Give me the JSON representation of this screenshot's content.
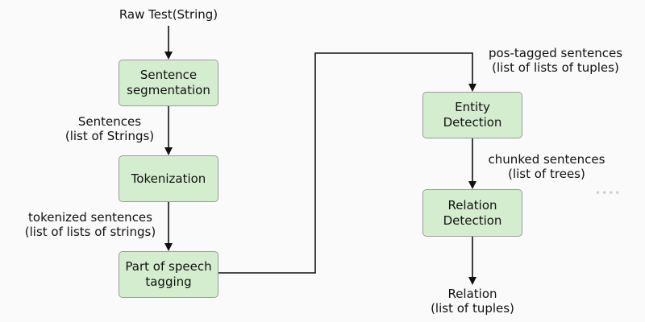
{
  "diagram": {
    "input_label": "Raw Test(String)",
    "nodes": {
      "sentence_segmentation": [
        "Sentence",
        "segmentation"
      ],
      "tokenization": [
        "Tokenization"
      ],
      "pos_tagging": [
        "Part of speech",
        "tagging"
      ],
      "entity_detection": [
        "Entity",
        "Detection"
      ],
      "relation_detection": [
        "Relation",
        "Detection"
      ]
    },
    "edge_labels": {
      "sentences": [
        "Sentences",
        "(list of Strings)"
      ],
      "tokenized": [
        "tokenized sentences",
        "(list of lists of strings)"
      ],
      "pos_tagged": [
        "pos-tagged sentences",
        "(list of lists of tuples)"
      ],
      "chunked": [
        "chunked sentences",
        "(list of trees)"
      ],
      "relation": [
        "Relation",
        "(list of tuples)"
      ]
    },
    "colors": {
      "box_fill": "#d5edcf",
      "box_border": "#9a9a9a",
      "arrow": "#111111",
      "background": "#fafafa"
    }
  }
}
